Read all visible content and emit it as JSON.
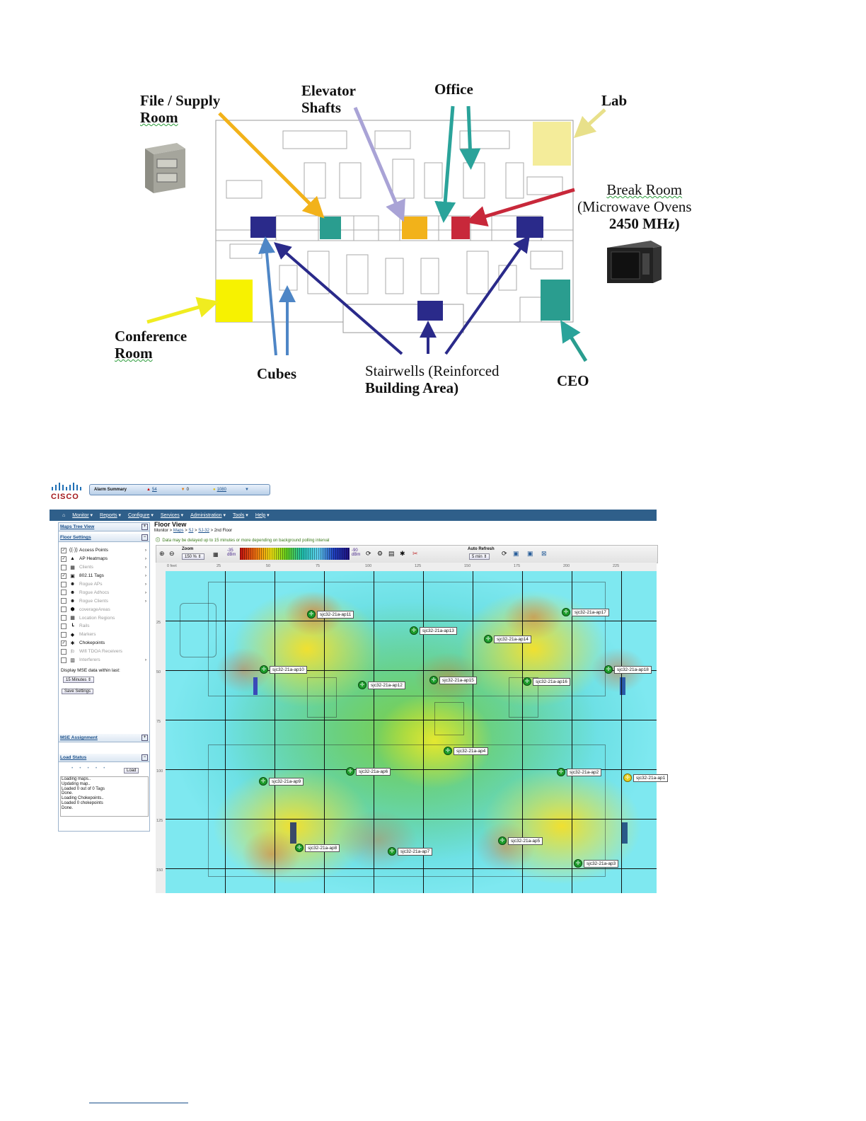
{
  "figure1": {
    "labels": {
      "file_supply_l1": "File / Supply",
      "file_supply_l2": "Room",
      "elevator_l1": "Elevator",
      "elevator_l2": "Shafts",
      "office": "Office",
      "lab": "Lab",
      "break_l1": "Break Room",
      "break_l2": "(Microwave Ovens",
      "break_l3": "2450 MHz)",
      "conference_l1": "Conference",
      "conference_l2": "Room",
      "cubes": "Cubes",
      "stairwells_l1": "Stairwells (Reinforced",
      "stairwells_l2": "Building Area)",
      "ceo": "CEO"
    },
    "colors": {
      "file_supply": "#f2b21a",
      "elevator": "#a9a3d6",
      "office": "#2aa39a",
      "lab": "#f4ec9a",
      "break": "#c8283a",
      "conference": "#f7f200",
      "cubes": "#4e86c6",
      "stairwell": "#2a2a8a",
      "ceo": "#2a9d8f"
    }
  },
  "figure2": {
    "brand": "CISCO",
    "alarm": {
      "label": "Alarm Summary",
      "critical": "54",
      "major": "0",
      "minor": "1080"
    },
    "menu": [
      "Monitor",
      "Reports",
      "Configure",
      "Services",
      "Administration",
      "Tools",
      "Help"
    ],
    "left_panel": {
      "maps_tree": "Maps Tree View",
      "floor_settings": "Floor Settings",
      "items": [
        {
          "label": "Access Points",
          "checked": true,
          "dim": false,
          "arrow": true
        },
        {
          "label": "AP Heatmaps",
          "checked": true,
          "dim": false,
          "arrow": true
        },
        {
          "label": "Clients",
          "checked": false,
          "dim": true,
          "arrow": true
        },
        {
          "label": "802.11 Tags",
          "checked": true,
          "dim": false,
          "arrow": true
        },
        {
          "label": "Rogue APs",
          "checked": false,
          "dim": true,
          "arrow": true
        },
        {
          "label": "Rogue Adhocs",
          "checked": false,
          "dim": true,
          "arrow": true
        },
        {
          "label": "Rogue Clients",
          "checked": false,
          "dim": true,
          "arrow": true
        },
        {
          "label": "coverageAreas",
          "checked": false,
          "dim": true,
          "arrow": false
        },
        {
          "label": "Location Regions",
          "checked": false,
          "dim": true,
          "arrow": false
        },
        {
          "label": "Rails",
          "checked": false,
          "dim": true,
          "arrow": false
        },
        {
          "label": "Markers",
          "checked": false,
          "dim": true,
          "arrow": false
        },
        {
          "label": "Chokepoints",
          "checked": true,
          "dim": false,
          "arrow": false
        },
        {
          "label": "Wifi TDOA Receivers",
          "checked": false,
          "dim": true,
          "arrow": false
        },
        {
          "label": "Interferers",
          "checked": false,
          "dim": true,
          "arrow": true
        }
      ],
      "display_mse": "Display MSE data within last:",
      "mse_value": "15 Minutes",
      "save": "Save Settings",
      "mse_assignment": "MSE Assignment",
      "load_status": "Load Status",
      "load_btn": "Load",
      "log": [
        "Loading maps..",
        "Updating map..",
        "Loaded 0 out of 0 Tags",
        "Done.",
        "Loading Chokepoints..",
        "Loaded 0 chokepoints",
        "Done."
      ]
    },
    "floor_view": {
      "title": "Floor View",
      "crumb_monitor": "Monitor",
      "crumb_maps": "Maps",
      "crumb_sj": "SJ",
      "crumb_sj32": "SJ-32",
      "crumb_floor": "2nd Floor",
      "note": "Data may be delayed up to 15 minutes or more depending on background polling interval",
      "zoom_label": "Zoom",
      "zoom_value": "150 %",
      "dbm_low": "-35",
      "dbm_high": "-90",
      "dbm_unit": "dBm",
      "auto_refresh": "Auto Refresh",
      "refresh_value": "5 min",
      "ruler_x": [
        "0 feet",
        "25",
        "50",
        "75",
        "100",
        "125",
        "150",
        "175",
        "200",
        "225"
      ],
      "ruler_y": [
        "25",
        "50",
        "75",
        "100",
        "125",
        "150"
      ]
    },
    "access_points": [
      {
        "name": "sjc32-21a-ap11"
      },
      {
        "name": "sjc32-21a-ap17"
      },
      {
        "name": "sjc32-21a-ap13"
      },
      {
        "name": "sjc32-21a-ap14"
      },
      {
        "name": "sjc32-21a-ap10"
      },
      {
        "name": "sjc32-21a-ap18"
      },
      {
        "name": "sjc32-21a-ap12"
      },
      {
        "name": "sjc32-21a-ap15"
      },
      {
        "name": "sjc32-21a-ap16"
      },
      {
        "name": "sjc32-21a-ap4"
      },
      {
        "name": "sjc32-21a-ap6"
      },
      {
        "name": "sjc32-21a-ap2"
      },
      {
        "name": "sjc32-21a-ap1"
      },
      {
        "name": "sjc32-21a-ap9"
      },
      {
        "name": "sjc32-21a-ap8"
      },
      {
        "name": "sjc32-21a-ap7"
      },
      {
        "name": "sjc32-21a-ap5"
      },
      {
        "name": "sjc32-21a-ap3"
      }
    ]
  }
}
